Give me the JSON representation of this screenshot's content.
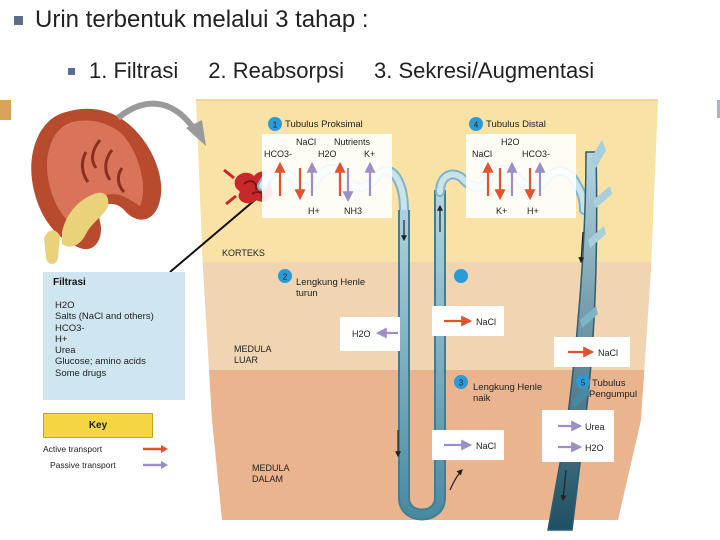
{
  "slide": {
    "title": "Urin terbentuk melalui 3 tahap :",
    "stages": [
      "1. Filtrasi",
      "2. Reabsorpsi",
      "3. Sekresi/Augmentasi"
    ]
  },
  "zones": {
    "cortex": "KORTEKS",
    "outer_medulla": [
      "MEDULA",
      "LUAR"
    ],
    "inner_medulla": [
      "MEDULA",
      "DALAM"
    ]
  },
  "segments": {
    "proximal": {
      "num": "1",
      "name": "Tubulus Proksimal"
    },
    "distal": {
      "num": "4",
      "name": "Tubulus Distal"
    },
    "descending": {
      "num": "2",
      "name": [
        "Lengkung Henle",
        "turun"
      ]
    },
    "ascending": {
      "num": "3",
      "name": [
        "Lengkung Henle",
        "naik"
      ]
    },
    "collecting": {
      "num": "5",
      "name": [
        "Tubulus",
        "Pengumpul"
      ]
    }
  },
  "proximal_box": {
    "top_labels": [
      "NaCl",
      "Nutrients",
      "HCO3-",
      "H2O",
      "K+"
    ],
    "bottom_labels": [
      "H+",
      "NH3"
    ]
  },
  "distal_box": {
    "top_labels": [
      "H2O",
      "NaCl",
      "HCO3-"
    ],
    "bottom_labels": [
      "K+",
      "H+"
    ]
  },
  "transport_labels": {
    "descending_h2o": "H2O",
    "ascending_nacl_outer": "NaCl",
    "ascending_nacl_inner": "NaCl",
    "collecting_nacl": "NaCl",
    "collecting_urea": "Urea",
    "collecting_h2o": "H2O"
  },
  "filtrasi": {
    "title": "Filtrasi",
    "items": [
      "H2O",
      "Salts (NaCl and others)",
      "HCO3-",
      "H+",
      "Urea",
      "Glucose; amino acids",
      "Some drugs"
    ]
  },
  "key": {
    "title": "Key",
    "active": "Active transport",
    "passive": "Passive transport"
  },
  "colors": {
    "cortex": "#f9e2a6",
    "outer_medulla": "#f1d5b2",
    "inner_medulla": "#eab48f",
    "active_arrow": "#e2532d",
    "passive_arrow": "#9d8ec6",
    "tubule": "#9fcad8",
    "accent": "#d9a25b"
  }
}
